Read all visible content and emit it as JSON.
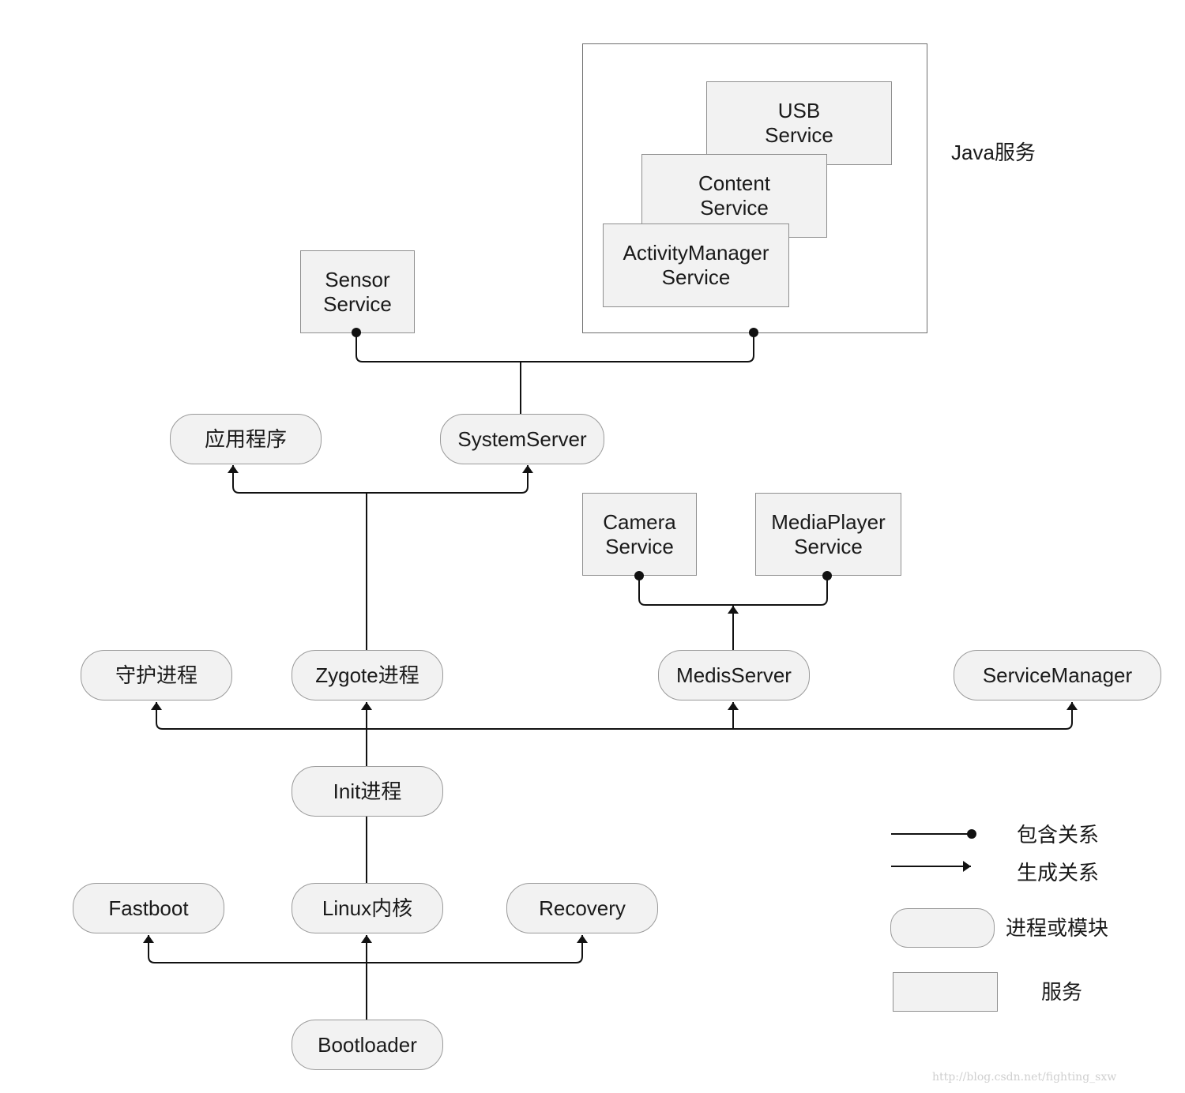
{
  "java_group_label": "Java服务",
  "nodes": {
    "usb_service": "USB\nService",
    "content_service": "Content\nService",
    "activitymanager_service": "ActivityManager\nService",
    "sensor_service": "Sensor\nService",
    "app": "应用程序",
    "systemserver": "SystemServer",
    "camera_service": "Camera\nService",
    "mediaplayer_service": "MediaPlayer\nService",
    "daemon": "守护进程",
    "zygote": "Zygote进程",
    "medisserver": "MedisServer",
    "servicemanager": "ServiceManager",
    "init": "Init进程",
    "fastboot": "Fastboot",
    "linux_kernel": "Linux内核",
    "recovery": "Recovery",
    "bootloader": "Bootloader"
  },
  "legend": {
    "contain": "包含关系",
    "generate": "生成关系",
    "process_or_module": "进程或模块",
    "service": "服务"
  },
  "watermark": "http://blog.csdn.net/fighting_sxw"
}
